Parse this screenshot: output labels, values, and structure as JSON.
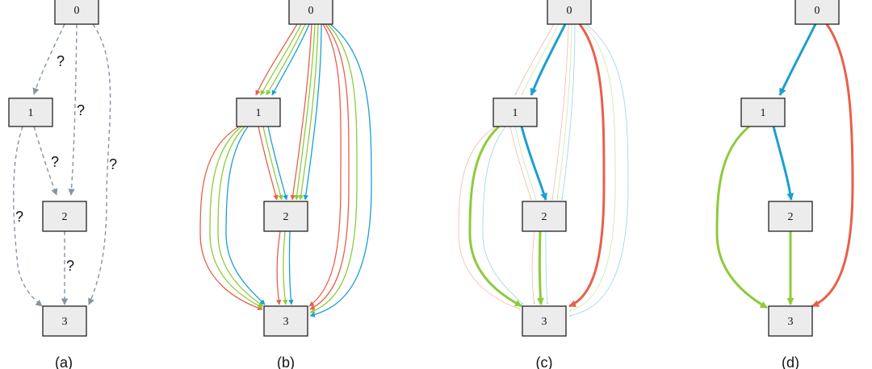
{
  "colors": {
    "unknown": "#8594a4",
    "red": "#e8604c",
    "green": "#8dcb3c",
    "blue": "#1b9fd0"
  },
  "panels": [
    {
      "id": "a",
      "label": "(a)",
      "nodes": [
        "0",
        "1",
        "2",
        "3"
      ],
      "edges": [
        {
          "from": "0",
          "to": "1",
          "style": "dashed",
          "label": "?"
        },
        {
          "from": "0",
          "to": "2",
          "style": "dashed",
          "label": "?"
        },
        {
          "from": "0",
          "to": "3",
          "style": "dashed",
          "label": "?"
        },
        {
          "from": "1",
          "to": "2",
          "style": "dashed",
          "label": "?"
        },
        {
          "from": "1",
          "to": "3",
          "style": "dashed",
          "label": "?"
        },
        {
          "from": "2",
          "to": "3",
          "style": "dashed",
          "label": "?"
        }
      ]
    },
    {
      "id": "b",
      "label": "(b)",
      "nodes": [
        "0",
        "1",
        "2",
        "3"
      ],
      "edges": [
        {
          "from": "0",
          "to": "1",
          "colors": [
            "red",
            "green",
            "green",
            "blue"
          ]
        },
        {
          "from": "0",
          "to": "2",
          "colors": [
            "red",
            "green",
            "green",
            "blue"
          ]
        },
        {
          "from": "0",
          "to": "3",
          "colors": [
            "red",
            "red",
            "green",
            "blue"
          ]
        },
        {
          "from": "1",
          "to": "2",
          "colors": [
            "red",
            "green",
            "blue"
          ]
        },
        {
          "from": "1",
          "to": "3",
          "colors": [
            "red",
            "green",
            "green",
            "blue"
          ]
        },
        {
          "from": "2",
          "to": "3",
          "colors": [
            "red",
            "green",
            "blue"
          ]
        }
      ]
    },
    {
      "id": "c",
      "label": "(c)",
      "nodes": [
        "0",
        "1",
        "2",
        "3"
      ],
      "edges": [
        {
          "from": "0",
          "to": "1",
          "colors": [
            "red",
            "green",
            "blue"
          ],
          "emphasis": "blue"
        },
        {
          "from": "0",
          "to": "2",
          "colors": [
            "red",
            "green",
            "blue"
          ],
          "emphasis": "none"
        },
        {
          "from": "0",
          "to": "3",
          "colors": [
            "red",
            "green",
            "blue"
          ],
          "emphasis": "red"
        },
        {
          "from": "1",
          "to": "2",
          "colors": [
            "red",
            "green",
            "blue"
          ],
          "emphasis": "blue"
        },
        {
          "from": "1",
          "to": "3",
          "colors": [
            "red",
            "green",
            "blue"
          ],
          "emphasis": "green"
        },
        {
          "from": "2",
          "to": "3",
          "colors": [
            "red",
            "green",
            "blue"
          ],
          "emphasis": "green"
        }
      ]
    },
    {
      "id": "d",
      "label": "(d)",
      "nodes": [
        "0",
        "1",
        "2",
        "3"
      ],
      "edges": [
        {
          "from": "0",
          "to": "1",
          "color": "blue"
        },
        {
          "from": "0",
          "to": "3",
          "color": "red"
        },
        {
          "from": "1",
          "to": "2",
          "color": "blue"
        },
        {
          "from": "1",
          "to": "3",
          "color": "green"
        },
        {
          "from": "2",
          "to": "3",
          "color": "green"
        }
      ]
    }
  ]
}
